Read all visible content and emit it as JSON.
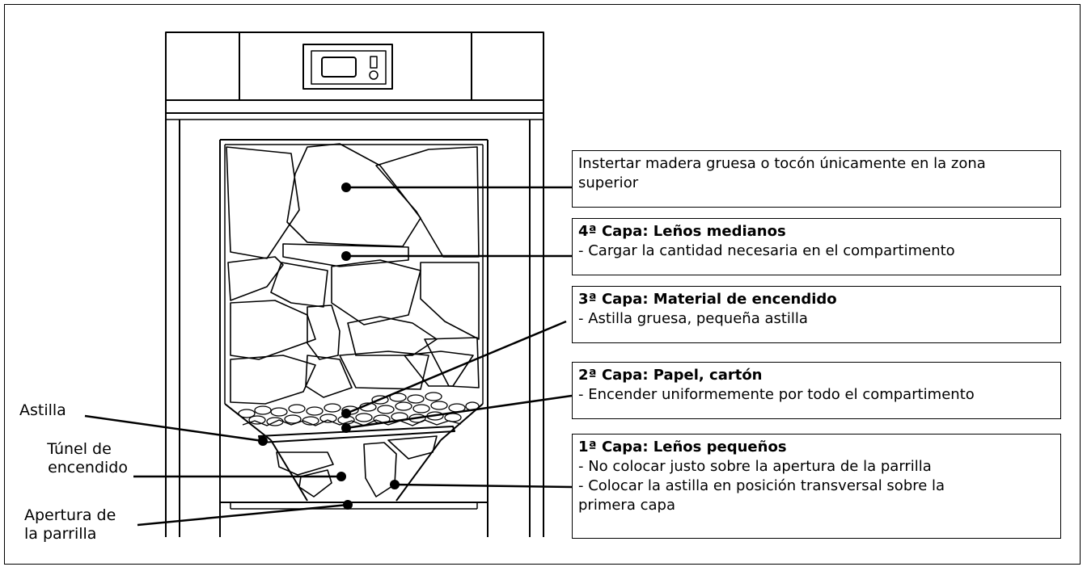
{
  "callouts": {
    "top": {
      "line1": "Instertar madera gruesa o tocón únicamente en la zona",
      "line2": "superior"
    },
    "layer4": {
      "title": "4ª Capa: Leños medianos",
      "line1": "- Cargar la cantidad necesaria en el compartimento"
    },
    "layer3": {
      "title": "3ª Capa: Material de encendido",
      "line1": "- Astilla gruesa, pequeña astilla"
    },
    "layer2": {
      "title": "2ª Capa: Papel, cartón",
      "line1": "- Encender uniformemente por todo el compartimento"
    },
    "layer1": {
      "title": "1ª Capa: Leños pequeños",
      "line1": "- No colocar justo sobre la apertura de la parrilla",
      "line2": "- Colocar la astilla en posición transversal sobre la",
      "line3": "primera capa"
    }
  },
  "labels": {
    "astilla": "Astilla",
    "tunel_1": "Túnel de",
    "tunel_2": "encendido",
    "apertura_1": "Apertura de",
    "apertura_2": "la parrilla"
  },
  "colors": {
    "stroke": "#000000",
    "background": "#ffffff"
  }
}
